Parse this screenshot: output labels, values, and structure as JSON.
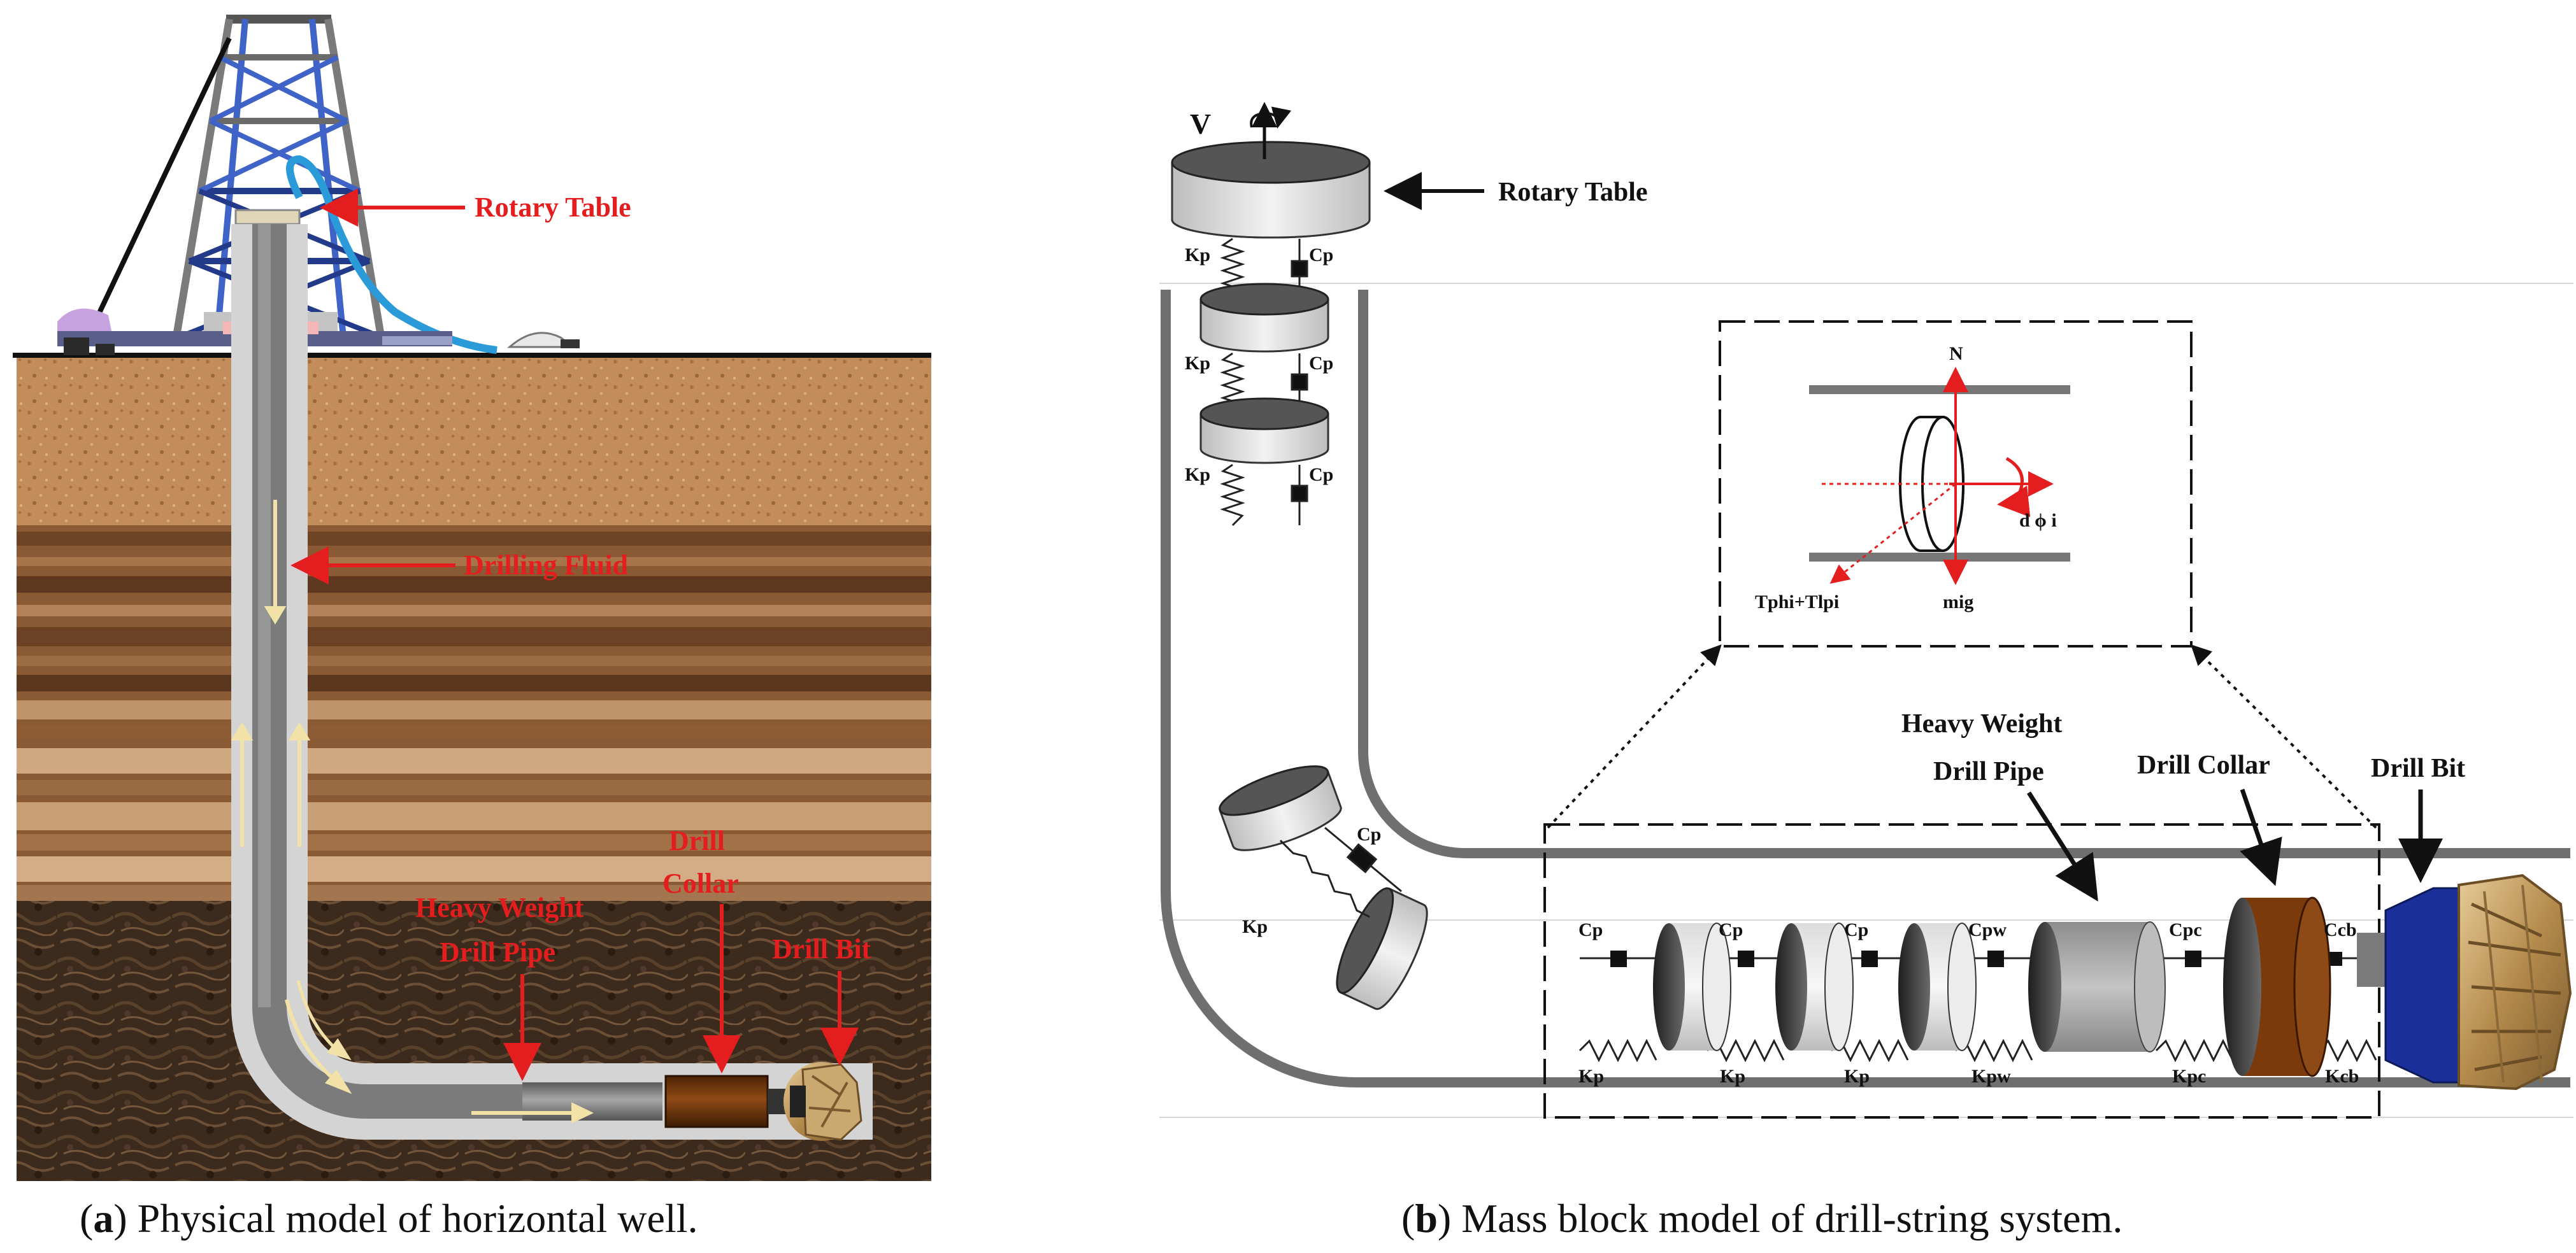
{
  "panel_a": {
    "labels": {
      "rotary_table": "Rotary Table",
      "drilling_fluid": "Drilling Fluid",
      "hwdp_line1": "Heavy Weight",
      "hwdp_line2": "Drill Pipe",
      "collar_line1": "Drill",
      "collar_line2": "Collar",
      "drill_bit": "Drill Bit"
    },
    "caption_letter": "a",
    "caption_text": " Physical model of horizontal well."
  },
  "panel_b": {
    "labels": {
      "velocity": "V",
      "rotary_table": "Rotary Table",
      "hwdp_line1": "Heavy Weight",
      "hwdp_line2": "Drill Pipe",
      "drill_collar": "Drill Collar",
      "drill_bit": "Drill Bit"
    },
    "symbols": {
      "kp": "Kp",
      "cp": "Cp",
      "kpw": "Kpw",
      "cpw": "Cpw",
      "kpc": "Kpc",
      "cpc": "Cpc",
      "kcb": "Kcb",
      "ccb": "Ccb",
      "normal_force": "N",
      "gravity": "mig",
      "torque": "Tphi+Tlpi",
      "rotation": "d ϕ i"
    },
    "caption_letter": "b",
    "caption_text": " Mass block model of drill-string system."
  },
  "colors": {
    "label_red": "#e41e1e",
    "pipe_grey": "#7b7b7b",
    "annulus": "#d4d4d4",
    "collar_brown": "#7a3a0c",
    "bit_blue": "#1b2f9a",
    "bit_gold": "#c8a468",
    "derrick_blue": "#3f63c7",
    "soil_top": "#c08a5a",
    "soil_dark": "#3b2a1d"
  }
}
